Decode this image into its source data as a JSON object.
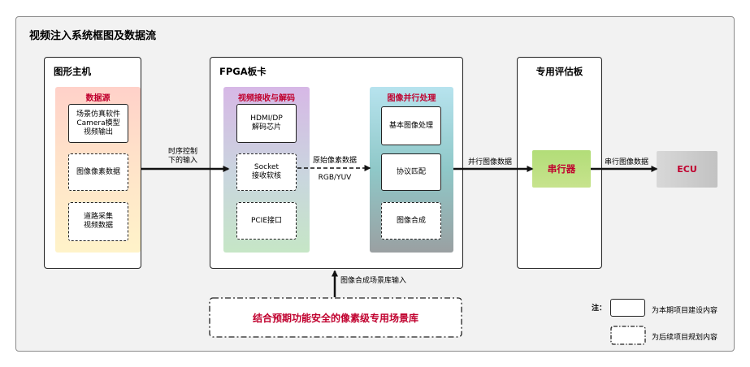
{
  "diagram_title": "视频注入系统框图及数据流",
  "host": {
    "title": "图形主机",
    "source_title": "数据源",
    "box1": "场景仿真软件\nCamera模型\n视频输出",
    "box2": "图像像素数据",
    "box3": "道路采集\n视频数据"
  },
  "arrow_host_fpga": "时序控制\n下的输入",
  "fpga": {
    "title": "FPGA板卡",
    "recv_title": "视频接收与解码",
    "recv_box1": "HDMI/DP\n解码芯片",
    "recv_box2": "Socket\n接收软核",
    "recv_box3": "PCIE接口",
    "mid_label_top": "原始像素数据",
    "mid_label_bottom": "RGB/YUV",
    "proc_title": "图像并行处理",
    "proc_box1": "基本图像处理",
    "proc_box2": "协议匹配",
    "proc_box3": "图像合成"
  },
  "arrow_fpga_eval": "并行图像数据",
  "eval": {
    "title": "专用评估板",
    "serializer": "串行器"
  },
  "arrow_eval_ecu": "串行图像数据",
  "ecu": "ECU",
  "scene_lib": "结合预期功能安全的像素级专用场景库",
  "arrow_scene_fpga": "图像合成场景库输入",
  "legend": {
    "note": "注：",
    "solid": "为本期项目建设内容",
    "dashed": "为后续项目规划内容"
  },
  "colors": {
    "accent_red": "#c0002e",
    "serializer_green": "#b5dd7a",
    "ecu_gray": "#c9c9c9"
  }
}
